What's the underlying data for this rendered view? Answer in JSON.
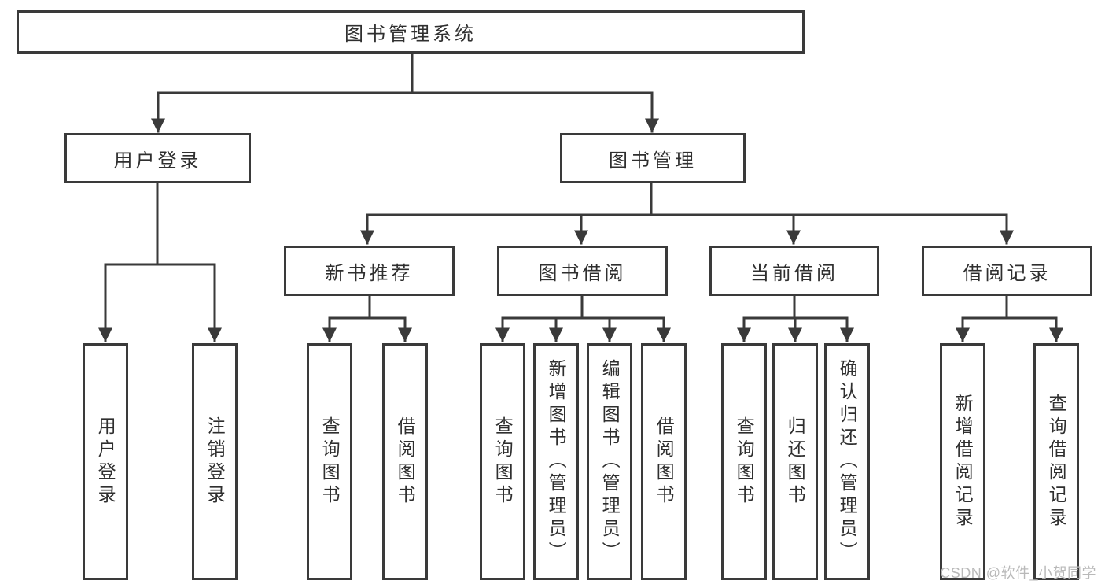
{
  "colors": {
    "background": "#ffffff",
    "line": "#3a3a3a",
    "box_border": "#3a3a3a",
    "text": "#2f2f2f",
    "watermark_text": "#b9b9b9"
  },
  "watermark": "CSDN @软件_小贺同学",
  "tree": {
    "root": {
      "label": "图书管理系统",
      "children": [
        {
          "label": "用户登录",
          "children": [
            {
              "label": "用户登录"
            },
            {
              "label": "注销登录"
            }
          ]
        },
        {
          "label": "图书管理",
          "children": [
            {
              "label": "新书推荐",
              "children": [
                {
                  "label": "查询图书"
                },
                {
                  "label": "借阅图书"
                }
              ]
            },
            {
              "label": "图书借阅",
              "children": [
                {
                  "label": "查询图书"
                },
                {
                  "label": "新增图书（管理员）"
                },
                {
                  "label": "编辑图书（管理员）"
                },
                {
                  "label": "借阅图书"
                }
              ]
            },
            {
              "label": "当前借阅",
              "children": [
                {
                  "label": "查询图书"
                },
                {
                  "label": "归还图书"
                },
                {
                  "label": "确认归还（管理员）"
                }
              ]
            },
            {
              "label": "借阅记录",
              "children": [
                {
                  "label": "新增借阅记录"
                },
                {
                  "label": "查询借阅记录"
                }
              ]
            }
          ]
        }
      ]
    }
  }
}
